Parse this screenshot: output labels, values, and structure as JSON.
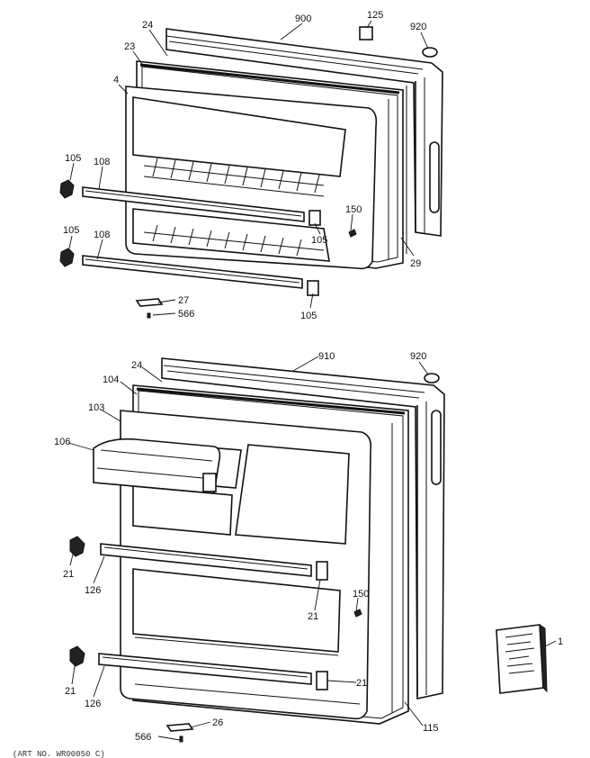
{
  "labels": {
    "p900": "900",
    "p125": "125",
    "p920_top": "920",
    "p24_top": "24",
    "p23": "23",
    "p4": "4",
    "p105_a": "105",
    "p108_a": "108",
    "p105_b": "105",
    "p108_b": "108",
    "p150_top": "150",
    "p105_c": "105",
    "p29": "29",
    "p27": "27",
    "p566_top": "566",
    "p105_d": "105",
    "p910": "910",
    "p920_bot": "920",
    "p24_bot": "24",
    "p104": "104",
    "p103": "103",
    "p106": "106",
    "p21_a": "21",
    "p126_a": "126",
    "p150_bot": "150",
    "p21_b": "21",
    "p21_c": "21",
    "p126_b": "126",
    "p21_d": "21",
    "p26": "26",
    "p566_bot": "566",
    "p115": "115",
    "p1": "1"
  },
  "footer": "(ART NO. WR00050 C)"
}
